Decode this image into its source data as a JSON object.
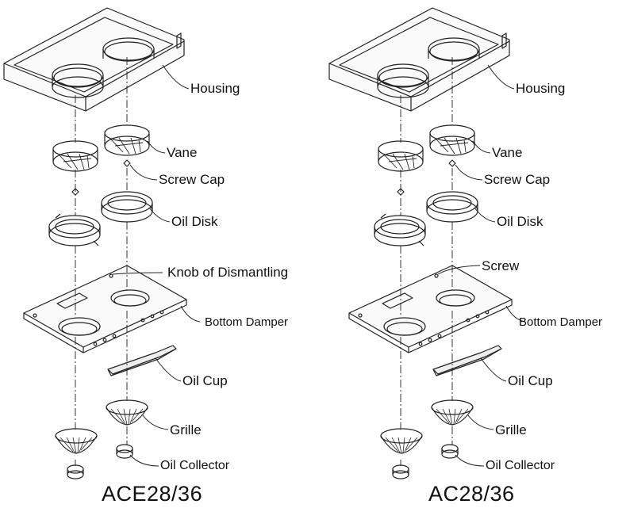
{
  "diagrams": [
    {
      "model": "ACE28/36",
      "labels": {
        "housing": "Housing",
        "vane": "Vane",
        "screw_cap": "Screw Cap",
        "oil_disk": "Oil Disk",
        "top_part": "Knob of Dismantling",
        "bottom_damper": "Bottom Damper",
        "oil_cup": "Oil Cup",
        "grille": "Grille",
        "oil_collector": "Oil Collector"
      }
    },
    {
      "model": "AC28/36",
      "labels": {
        "housing": "Housing",
        "vane": "Vane",
        "screw_cap": "Screw Cap",
        "oil_disk": "Oil Disk",
        "top_part": "Screw",
        "bottom_damper": "Bottom Damper",
        "oil_cup": "Oil Cup",
        "grille": "Grille",
        "oil_collector": "Oil Collector"
      }
    }
  ]
}
